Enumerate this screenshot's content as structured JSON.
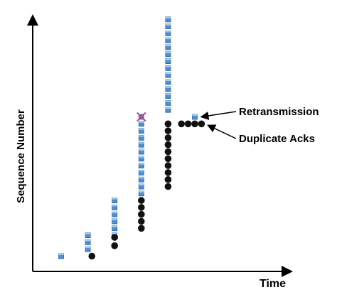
{
  "chart_data": {
    "type": "scatter",
    "xlabel": "Time",
    "ylabel": "Sequence Number",
    "grid": false,
    "legend": "none",
    "series": [
      {
        "marker": "packet",
        "color": "#4a90d9",
        "points": [
          [
            1,
            1
          ],
          [
            2,
            2
          ],
          [
            2,
            3
          ],
          [
            2,
            4
          ],
          [
            3,
            4
          ],
          [
            3,
            5
          ],
          [
            3,
            6
          ],
          [
            3,
            7
          ],
          [
            3,
            8
          ],
          [
            3,
            9
          ],
          [
            4,
            10
          ],
          [
            4,
            11
          ],
          [
            4,
            12
          ],
          [
            4,
            13
          ],
          [
            4,
            14
          ],
          [
            4,
            15
          ],
          [
            4,
            16
          ],
          [
            4,
            17
          ],
          [
            4,
            18
          ],
          [
            4,
            19
          ],
          [
            4,
            20
          ],
          [
            5,
            22
          ],
          [
            5,
            23
          ],
          [
            5,
            24
          ],
          [
            5,
            25
          ],
          [
            5,
            26
          ],
          [
            5,
            27
          ],
          [
            5,
            28
          ],
          [
            5,
            29
          ],
          [
            5,
            30
          ],
          [
            5,
            31
          ],
          [
            5,
            32
          ],
          [
            5,
            33
          ],
          [
            5,
            34
          ],
          [
            5,
            35
          ],
          [
            6,
            21
          ]
        ]
      },
      {
        "marker": "ack",
        "color": "#111111",
        "points": [
          [
            2.15,
            1
          ],
          [
            3,
            2.5
          ],
          [
            3,
            3.7
          ],
          [
            4,
            5
          ],
          [
            4,
            6
          ],
          [
            4,
            7
          ],
          [
            4,
            8
          ],
          [
            4,
            9
          ],
          [
            5,
            11
          ],
          [
            5,
            12
          ],
          [
            5,
            13
          ],
          [
            5,
            14
          ],
          [
            5,
            15
          ],
          [
            5,
            16
          ],
          [
            5,
            17
          ],
          [
            5,
            18
          ],
          [
            5,
            19
          ],
          [
            5,
            20
          ],
          [
            5.5,
            20
          ],
          [
            5.75,
            20
          ],
          [
            6,
            20
          ],
          [
            6.25,
            20
          ]
        ]
      },
      {
        "marker": "lost",
        "color": "#b04a9a",
        "points": [
          [
            4,
            21
          ]
        ]
      }
    ],
    "annotations": [
      {
        "text": "Retransmission",
        "x": 6,
        "y": 21
      },
      {
        "text": "Duplicate Acks",
        "x": 6.25,
        "y": 20
      }
    ]
  }
}
